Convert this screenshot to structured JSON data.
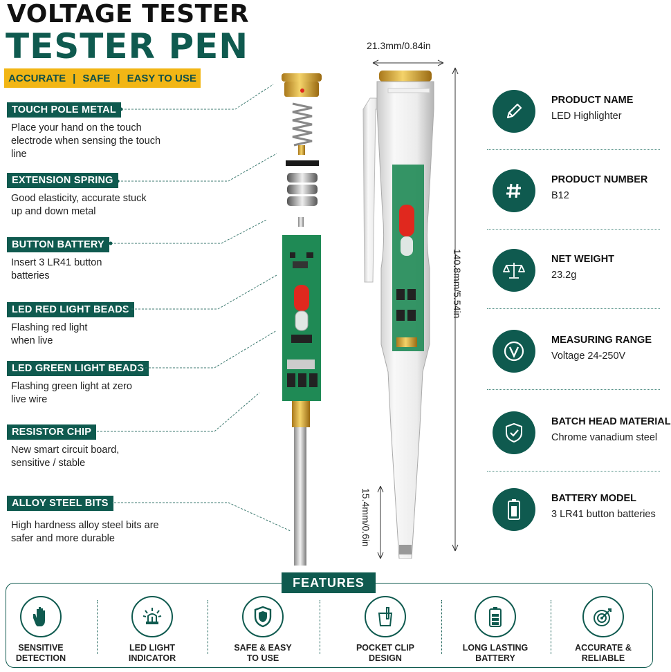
{
  "header": {
    "title_line1": "VOLTAGE TESTER",
    "title_line2": "TESTER PEN",
    "tagline": [
      "ACCURATE",
      "SAFE",
      "EASY TO USE"
    ],
    "tagline_sep": "|"
  },
  "components": [
    {
      "label": "TOUCH POLE METAL",
      "desc": "Place your hand on the touch electrode when sensing the touch line"
    },
    {
      "label": "EXTENSION SPRING",
      "desc": "Good elasticity, accurate stuck up and down metal"
    },
    {
      "label": "BUTTON BATTERY",
      "desc": "Insert 3 LR41 button batteries"
    },
    {
      "label": "LED RED LIGHT BEADS",
      "desc": "Flashing red light when live"
    },
    {
      "label": "LED GREEN LIGHT BEADS",
      "desc": "Flashing green light at zero live wire"
    },
    {
      "label": "RESISTOR CHIP",
      "desc": "New smart circuit board, sensitive / stable"
    },
    {
      "label": "ALLOY STEEL BITS",
      "desc": "High hardness alloy steel bits are safer and more durable"
    }
  ],
  "dimensions": {
    "width": "21.3mm/0.84in",
    "length": "140.8mm/5.54in",
    "tip": "15.4mm/0.6in"
  },
  "specs": [
    {
      "icon": "pen-icon",
      "label": "PRODUCT NAME",
      "value": "LED Highlighter"
    },
    {
      "icon": "hash-icon",
      "label": "PRODUCT NUMBER",
      "value": "B12"
    },
    {
      "icon": "scale-icon",
      "label": "NET WEIGHT",
      "value": "23.2g"
    },
    {
      "icon": "voltage-icon",
      "label": "MEASURING RANGE",
      "value": "Voltage 24-250V"
    },
    {
      "icon": "shield-icon",
      "label": "BATCH HEAD MATERIAL",
      "value": "Chrome vanadium steel"
    },
    {
      "icon": "battery-icon",
      "label": "BATTERY MODEL",
      "value": "3 LR41 button batteries"
    }
  ],
  "features": {
    "title": "FEATURES",
    "items": [
      {
        "icon": "hand-icon",
        "label": "SENSITIVE\nDETECTION"
      },
      {
        "icon": "light-icon",
        "label": "LED LIGHT\nINDICATOR"
      },
      {
        "icon": "shield-check-icon",
        "label": "SAFE & EASY\nTO USE"
      },
      {
        "icon": "pocket-clip-icon",
        "label": "POCKET CLIP\nDESIGN"
      },
      {
        "icon": "battery-icon",
        "label": "LONG LASTING\nBATTERY"
      },
      {
        "icon": "target-icon",
        "label": "ACCURATE &\nRELIABLE"
      }
    ]
  },
  "colors": {
    "brand_green": "#0f5a4f",
    "accent_yellow": "#f2b615",
    "pcb_green": "#1f8a55",
    "led_red": "#e0281e"
  }
}
